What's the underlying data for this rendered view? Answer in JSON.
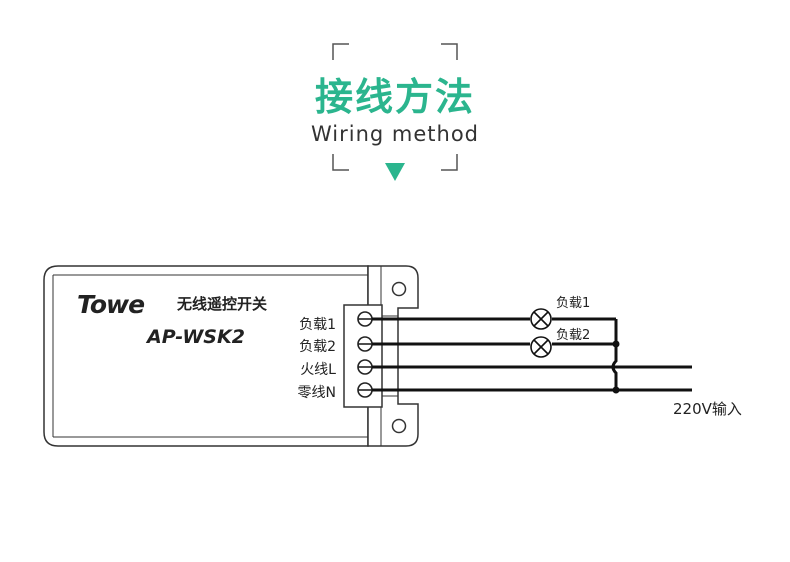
{
  "header": {
    "title": "接线方法",
    "subtitle": "Wiring method",
    "accent_color": "#2bb58e"
  },
  "device": {
    "brand": "Towe",
    "name": "无线遥控开关",
    "model": "AP-WSK2"
  },
  "terminals": [
    {
      "label": "负载1"
    },
    {
      "label": "负载2"
    },
    {
      "label": "火线L"
    },
    {
      "label": "零线N"
    }
  ],
  "loads": [
    {
      "label": "负载1"
    },
    {
      "label": "负载2"
    }
  ],
  "input": {
    "label": "220V输入"
  }
}
